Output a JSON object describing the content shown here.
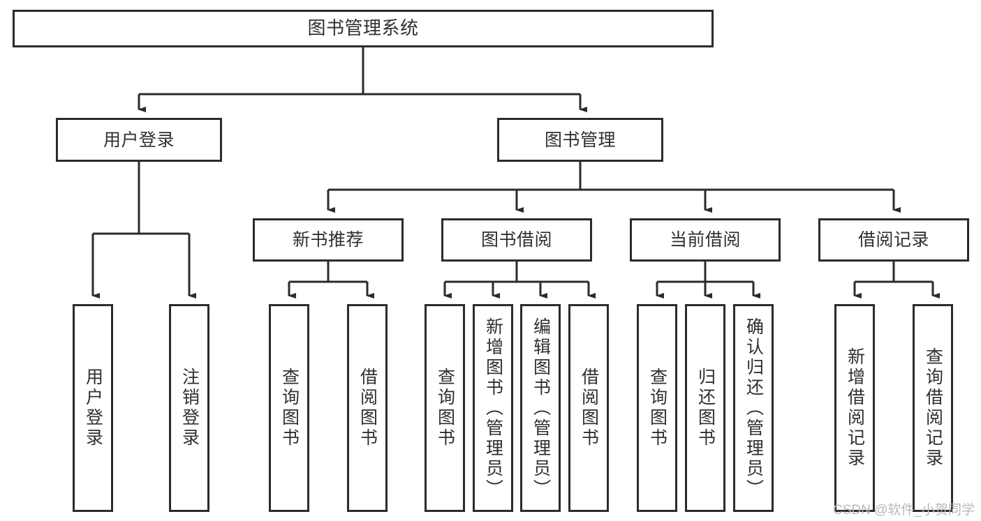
{
  "diagram": {
    "type": "hierarchy-tree",
    "title": "图书管理系统",
    "watermark": "CSDN @软件_小贺同学",
    "colors": {
      "box_border": "#2b2b2b",
      "box_fill": "#ffffff",
      "connector": "#2b2b2b",
      "text": "#2f2f2f",
      "watermark": "#b9b9b9",
      "background": "#ffffff"
    },
    "levels": {
      "level1": [
        {
          "id": "root",
          "label": "图书管理系统"
        }
      ],
      "level2": [
        {
          "id": "user-login",
          "label": "用户登录",
          "parent": "root"
        },
        {
          "id": "book-manage",
          "label": "图书管理",
          "parent": "root"
        }
      ],
      "level3": [
        {
          "id": "new-book-rec",
          "label": "新书推荐",
          "parent": "book-manage"
        },
        {
          "id": "book-borrow",
          "label": "图书借阅",
          "parent": "book-manage"
        },
        {
          "id": "current-borrow",
          "label": "当前借阅",
          "parent": "book-manage"
        },
        {
          "id": "borrow-record",
          "label": "借阅记录",
          "parent": "book-manage"
        }
      ],
      "leaves": [
        {
          "id": "leaf-user-login",
          "label": "用户登录",
          "parent": "user-login"
        },
        {
          "id": "leaf-logout",
          "label": "注销登录",
          "parent": "user-login"
        },
        {
          "id": "leaf-query-book-1",
          "label": "查询图书",
          "parent": "new-book-rec"
        },
        {
          "id": "leaf-borrow-book-1",
          "label": "借阅图书",
          "parent": "new-book-rec"
        },
        {
          "id": "leaf-query-book-2",
          "label": "查询图书",
          "parent": "book-borrow"
        },
        {
          "id": "leaf-add-book",
          "label": "新增图书（管理员）",
          "parent": "book-borrow"
        },
        {
          "id": "leaf-edit-book",
          "label": "编辑图书（管理员）",
          "parent": "book-borrow"
        },
        {
          "id": "leaf-borrow-book-2",
          "label": "借阅图书",
          "parent": "book-borrow"
        },
        {
          "id": "leaf-query-book-3",
          "label": "查询图书",
          "parent": "current-borrow"
        },
        {
          "id": "leaf-return-book",
          "label": "归还图书",
          "parent": "current-borrow"
        },
        {
          "id": "leaf-confirm-return",
          "label": "确认归还（管理员）",
          "parent": "current-borrow"
        },
        {
          "id": "leaf-add-record",
          "label": "新增借阅记录",
          "parent": "borrow-record"
        },
        {
          "id": "leaf-query-record",
          "label": "查询借阅记录",
          "parent": "borrow-record"
        }
      ]
    }
  }
}
